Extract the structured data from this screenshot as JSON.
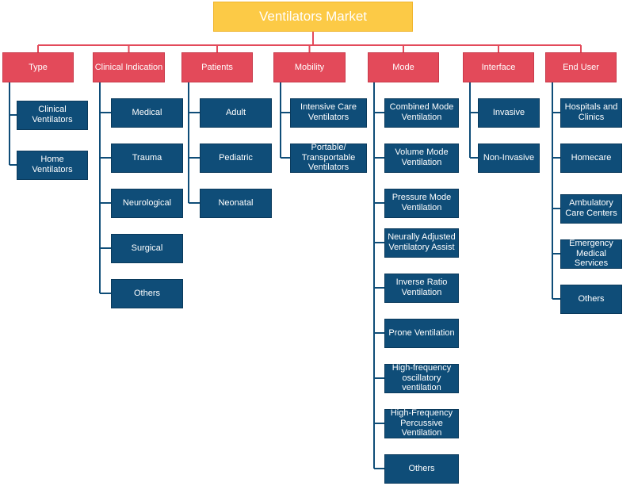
{
  "root": {
    "title": "Ventilators Market"
  },
  "colors": {
    "root": "#fcca46",
    "category": "#e34a5a",
    "leaf": "#0f4d78",
    "connector_top": "#e34a5a",
    "connector_branch": "#0f4d78"
  },
  "categories": [
    {
      "label": "Type",
      "items": [
        "Clinical Ventilators",
        "Home Ventilators"
      ]
    },
    {
      "label": "Clinical Indication",
      "items": [
        "Medical",
        "Trauma",
        "Neurological",
        "Surgical",
        "Others"
      ]
    },
    {
      "label": "Patients",
      "items": [
        "Adult",
        "Pediatric",
        "Neonatal"
      ]
    },
    {
      "label": "Mobility",
      "items": [
        "Intensive Care\nVentilators",
        "Portable/\nTransportable\nVentilators"
      ]
    },
    {
      "label": "Mode",
      "items": [
        "Combined Mode\nVentilation",
        "Volume Mode\nVentilation",
        "Pressure Mode\nVentilation",
        "Neurally Adjusted\nVentilatory Assist",
        "Inverse Ratio\nVentilation",
        "Prone Ventilation",
        "High-frequency\noscillatory\nventilation",
        "High-Frequency\nPercussive\nVentilation",
        "Others"
      ]
    },
    {
      "label": "Interface",
      "items": [
        "Invasive",
        "Non-Invasive"
      ]
    },
    {
      "label": "End User",
      "items": [
        "Hospitals and\nClinics",
        "Homecare",
        "Ambulatory\nCare Centers",
        "Emergency\nMedical\nServices",
        "Others"
      ]
    }
  ]
}
